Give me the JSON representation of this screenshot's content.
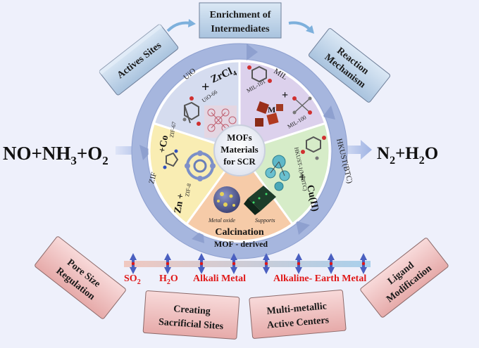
{
  "top_boxes": {
    "actives_sites": "Actives Sites",
    "enrichment_line1": "Enrichment of",
    "enrichment_line2": "Intermediates",
    "reaction_line1": "Reaction",
    "reaction_line2": "Mechanism"
  },
  "reactants": {
    "left": {
      "a": "NO+NH",
      "a_sub": "3",
      "b": "+O",
      "b_sub": "2"
    },
    "right": {
      "a": "N",
      "a_sub": "2",
      "b": "+H",
      "b_sub": "2",
      "c": "O"
    }
  },
  "center": {
    "line1": "MOFs",
    "line2": "Materials",
    "line3": "for SCR"
  },
  "segments": {
    "uio": {
      "name": "UiO",
      "sample": "UiO-66",
      "plus": "+",
      "metal": "ZrCl",
      "metal_sub": "4"
    },
    "mil": {
      "name": "MIL",
      "sample1": "MIL-101",
      "sample2": "MIL-100",
      "metal": "M"
    },
    "hkust": {
      "name": "HKUST(BTC)",
      "sample1": "HKUST-1",
      "sample2": "(M-BTC)",
      "plus": "+",
      "metal": "Cu(II)"
    },
    "zif": {
      "name": "ZIF",
      "sample1": "ZIF-67",
      "sample2": "ZIF-8",
      "metal1": "Co",
      "metal2": "Zn",
      "plus": "+"
    },
    "derived": {
      "label": "MOF - derived",
      "calcination": "Calcination",
      "metal_oxide": "Metal oxide",
      "supports": "Supports"
    }
  },
  "poisons": [
    {
      "text": "SO",
      "sub": "2"
    },
    {
      "text": "H",
      "sub": "2",
      "tail": "O"
    },
    {
      "text": "Alkali Metal"
    },
    {
      "text": "Alkaline- Earth Metal"
    }
  ],
  "bottom_boxes": {
    "pore_line1": "Pore Size",
    "pore_line2": "Regulation",
    "sacrificial_line1": "Creating",
    "sacrificial_line2": "Sacrificial Sites",
    "multimetal_line1": "Multi-metallic",
    "multimetal_line2": "Active Centers",
    "ligand_line1": "Ligand",
    "ligand_line2": "Modification"
  },
  "colors": {
    "uio_fill": "#d5dcef",
    "mil_fill": "#dcd1ec",
    "hkust_fill": "#d6ecc8",
    "zif_fill": "#f9edb3",
    "derived_fill": "#f6cba8",
    "ring": "#a6b6de",
    "top_box": "#bcd2e8",
    "bottom_box": "#f0c4c3",
    "poison_text": "#e01818"
  }
}
